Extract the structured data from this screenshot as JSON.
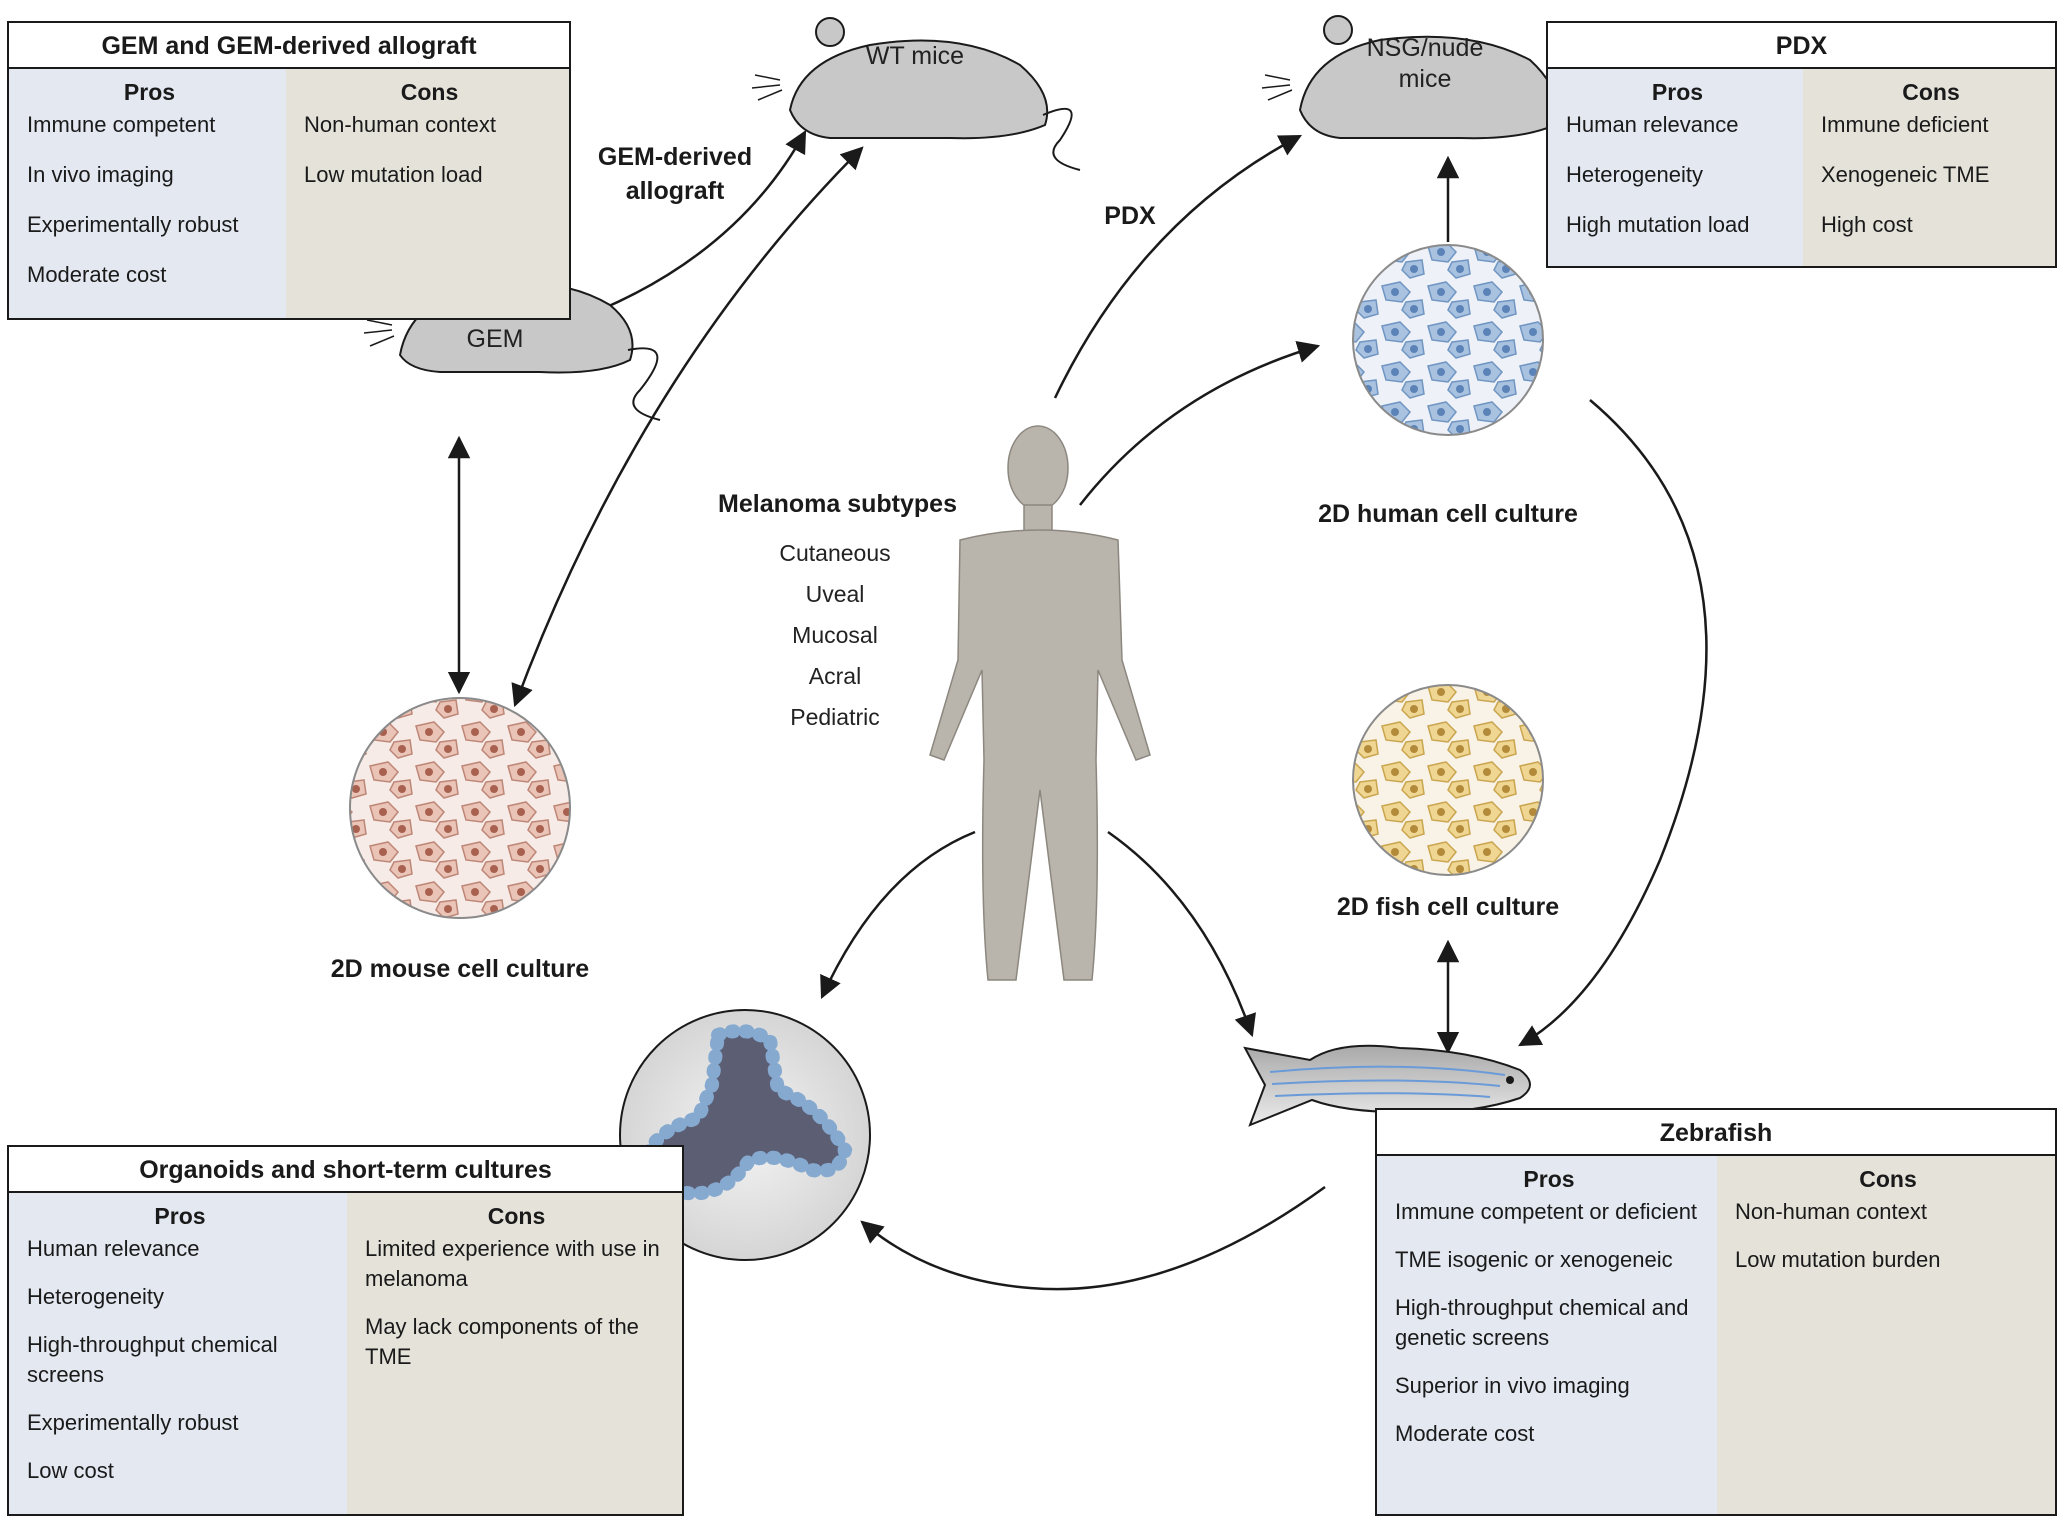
{
  "center": {
    "title": "Melanoma subtypes",
    "subtypes": [
      "Cutaneous",
      "Uveal",
      "Mucosal",
      "Acral",
      "Pediatric"
    ]
  },
  "animals": {
    "wt_mice": "WT mice",
    "nsg_mice_line1": "NSG/nude",
    "nsg_mice_line2": "mice",
    "gem": "GEM"
  },
  "arrow_labels": {
    "gem_allograft_line1": "GEM-derived",
    "gem_allograft_line2": "allograft",
    "pdx": "PDX"
  },
  "cultures": {
    "human": "2D human cell culture",
    "fish": "2D fish cell culture",
    "mouse": "2D mouse cell culture"
  },
  "boxes": {
    "gem": {
      "title": "GEM and GEM-derived allograft",
      "pros_label": "Pros",
      "cons_label": "Cons",
      "pros": [
        "Immune competent",
        "In vivo imaging",
        "Experimentally robust",
        "Moderate cost"
      ],
      "cons": [
        "Non-human context",
        "Low mutation load"
      ]
    },
    "pdx": {
      "title": "PDX",
      "pros_label": "Pros",
      "cons_label": "Cons",
      "pros": [
        "Human relevance",
        "Heterogeneity",
        "High mutation load"
      ],
      "cons": [
        "Immune deficient",
        "Xenogeneic TME",
        "High cost"
      ]
    },
    "organoids": {
      "title": "Organoids and short-term cultures",
      "pros_label": "Pros",
      "cons_label": "Cons",
      "pros": [
        "Human relevance",
        "Heterogeneity",
        "High-throughput chemical screens",
        "Experimentally robust",
        "Low cost"
      ],
      "cons": [
        "Limited experience with use in melanoma",
        "May lack components of the TME"
      ]
    },
    "zebrafish": {
      "title": "Zebrafish",
      "pros_label": "Pros",
      "cons_label": "Cons",
      "pros": [
        "Immune competent or deficient",
        "TME isogenic or xenogeneic",
        "High-throughput chemical and genetic screens",
        "Superior in vivo imaging",
        "Moderate cost"
      ],
      "cons": [
        "Non-human context",
        "Low mutation burden"
      ]
    }
  },
  "colors": {
    "pros_bg": "#e3e8f1",
    "cons_bg": "#e5e2da",
    "human_cells": "#7fa3cf",
    "fish_cells": "#e6c77b",
    "mouse_cells": "#dca79a",
    "animal_fill": "#c8c8c8",
    "silhouette": "#b9b4ac"
  }
}
